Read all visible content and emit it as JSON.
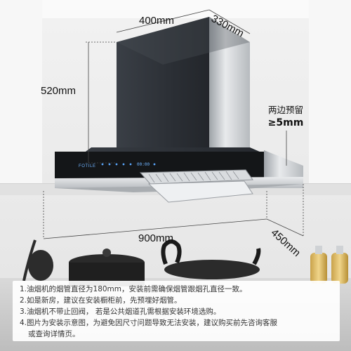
{
  "dimensions": {
    "width": "400mm",
    "depth": "330mm",
    "height": "520mm",
    "canopy_width": "900mm",
    "canopy_depth": "450mm"
  },
  "clearance": {
    "line1": "两边预留",
    "line2": "≥5mm"
  },
  "brand_mark": "FOTILE",
  "display_readout": "00:00",
  "notes": [
    "1.油烟机的烟管直径为180mm，安装前需确保烟管跟烟孔直径一致。",
    "2.如是新房，建议在安装橱柜前，先预埋好烟管。",
    "3.油烟机不带止回阀， 若是公共烟道孔需根据安装环境选购。",
    "4.图片为安装示意图，为避免因尺寸问题导致无法安装，建议购买前先咨询客服",
    "或查询详情页。"
  ],
  "colors": {
    "wall": "#ececec",
    "cabinet": "#f7f7f7",
    "glass": "#2c3036",
    "steel": "#c9ccd0",
    "cookware": "#222222"
  }
}
